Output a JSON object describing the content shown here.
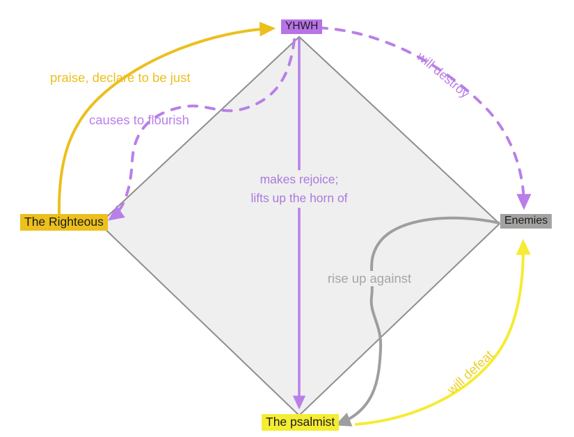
{
  "diagram": {
    "title": "Psalm relationship diagram",
    "nodes": {
      "yhwh": {
        "label": "YHWH",
        "color": "#b873e6"
      },
      "righteous": {
        "label": "The Righteous",
        "color": "#ecc01d"
      },
      "enemies": {
        "label": "Enemies",
        "color": "#a3a2a1"
      },
      "psalmist": {
        "label": "The psalmist",
        "color": "#f5ec33"
      }
    },
    "edges": [
      {
        "from": "The Righteous",
        "to": "YHWH",
        "label": "praise, declare to be just",
        "style": "solid",
        "color": "#ecbf1d"
      },
      {
        "from": "YHWH",
        "to": "The Righteous",
        "label": "causes to flourish",
        "style": "dashed",
        "color": "#b97fe8"
      },
      {
        "from": "YHWH",
        "to": "Enemies",
        "label": "will destroy",
        "style": "dashed",
        "color": "#b97fe8"
      },
      {
        "from": "YHWH",
        "to": "The psalmist",
        "label": "makes rejoice; lifts up the horn of",
        "style": "solid",
        "color": "#b97fe8",
        "lines": [
          "makes rejoice;",
          "lifts up the horn of"
        ]
      },
      {
        "from": "Enemies",
        "to": "The psalmist",
        "label": "rise up against",
        "style": "solid",
        "color": "#9e9e9e"
      },
      {
        "from": "The psalmist",
        "to": "Enemies",
        "label": "will defeat",
        "style": "solid",
        "color": "#eed028"
      }
    ],
    "diamond": {
      "fill": "#efefef",
      "stroke": "#8d8d8d"
    }
  }
}
